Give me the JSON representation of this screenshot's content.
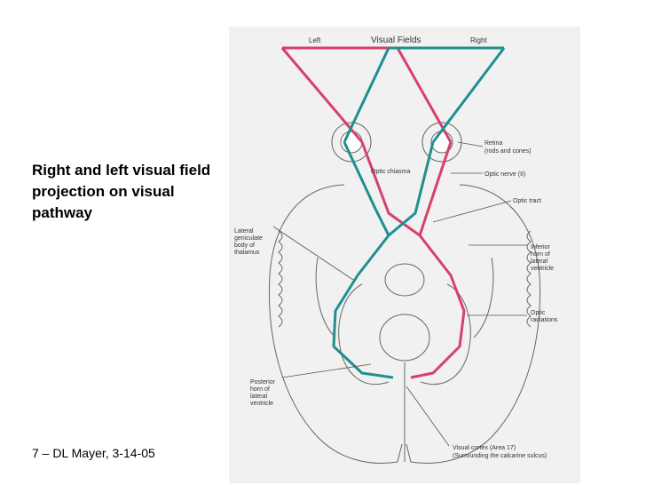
{
  "slide": {
    "title": "Right and left  visual field projection on visual pathway",
    "footer": "7 – DL Mayer, 3-14-05"
  },
  "diagram": {
    "header": {
      "left": "Left",
      "center": "Visual Fields",
      "right": "Right"
    },
    "labels": {
      "retina": [
        "Retina",
        "(rods and cones)"
      ],
      "optic_chiasma": "Optic chiasma",
      "optic_nerve": "Optic nerve (II)",
      "optic_tract": "Optic tract",
      "lgn": [
        "Lateral",
        "geniculate",
        "body of",
        "thalamus"
      ],
      "inferior_horn": [
        "Inferior",
        "horn of",
        "lateral",
        "ventricle"
      ],
      "optic_radiations": [
        "Optic",
        "radiations"
      ],
      "posterior_horn": [
        "Posterior",
        "horn of",
        "lateral",
        "ventricle"
      ],
      "visual_cortex": [
        "Visual cortex (Area 17)",
        "(Surrounding the calcarine sulcus)"
      ]
    },
    "colors": {
      "left_field": "#d6406e",
      "right_field": "#1f8f8f",
      "outline": "#666666",
      "background": "#f1f1f1"
    }
  }
}
